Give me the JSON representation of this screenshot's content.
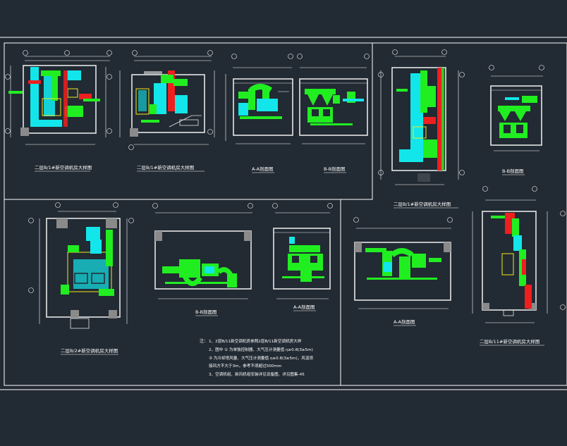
{
  "colors": {
    "background": "#222a33",
    "frame": "#ffffff",
    "wall": "#e6e6e6",
    "column": "#8a8a8a",
    "duct_cyan": "#12e6ea",
    "duct_green": "#21ee21",
    "duct_red": "#ee1f1f",
    "equipment_yellow": "#f2ea1c",
    "text_white": "#ffffff"
  },
  "views": {
    "v1": {
      "title": "二层B/1#新空调机房大样图"
    },
    "v2": {
      "title": "二层B/1#新空调机房大样图"
    },
    "v3": {
      "title": "A-A剖面图"
    },
    "v4": {
      "title": "B-B剖面图"
    },
    "v5": {
      "title": "二层B/1#新空调机房大样图"
    },
    "v6": {
      "title": "B-B剖面图"
    },
    "v7": {
      "title": "二层B/2#新空调机房大样图"
    },
    "v8": {
      "title": "B-B剖面图"
    },
    "v9": {
      "title": "A-A剖面图"
    },
    "v10": {
      "title": "A-A剖面图"
    },
    "v11": {
      "title": "二层B/11#新空调机房大样图"
    }
  },
  "notes": {
    "prefix": "注：",
    "lines": [
      "1、2层B/11新空调机房参照2层B/11新空调机房大样",
      "2、图中 ① 为单独控制器、大气压计测量值 η≥0.8(3≥5m)",
      "③ 为冷却塔风量、大气压计测量值 η≥0.8(3≥5m)，风道须",
      "接风方不大于3m，参考不须超过500mm",
      "3、空调机组、新风机组安装详见设备图、详见图集-45"
    ]
  }
}
